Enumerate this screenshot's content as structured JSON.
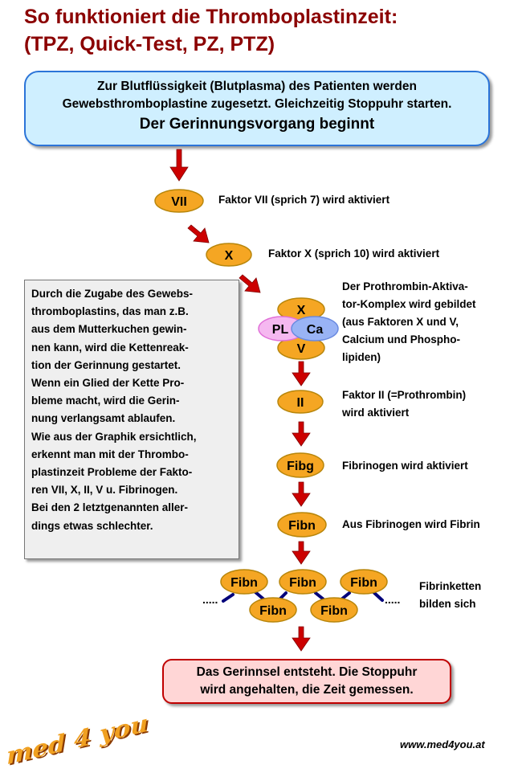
{
  "title": {
    "line1": "So funktioniert die Thromboplastinzeit:",
    "line2": "(TPZ, Quick-Test, PZ, PTZ)"
  },
  "intro": {
    "line1": "Zur Blutflüssigkeit (Blutplasma) des Patienten werden",
    "line2": "Gewebsthromboplastine zugesetzt. Gleichzeitig Stoppuhr starten.",
    "line3": "Der Gerinnungsvorgang beginnt"
  },
  "info": {
    "lines": [
      "Durch die Zugabe des Gewebs-",
      "thromboplastins, das man z.B.",
      "aus dem Mutterkuchen gewin-",
      "nen kann, wird die Kettenreak-",
      "tion der Gerinnung gestartet.",
      "Wenn ein Glied der Kette Pro-",
      "bleme macht, wird die Gerin-",
      "nung verlangsamt ablaufen.",
      "Wie aus der Graphik ersichtlich,",
      "erkennt man mit der Thrombo-",
      "plastinzeit Probleme der Fakto-",
      "ren VII, X, II, V u. Fibrinogen.",
      "Bei den 2 letztgenannten aller-",
      "dings etwas schlechter."
    ]
  },
  "steps": {
    "vii": {
      "node": "VII",
      "label": "Faktor VII (sprich 7) wird aktiviert"
    },
    "x": {
      "node": "X",
      "label": "Faktor X (sprich 10) wird aktiviert"
    },
    "complex": {
      "nodes": {
        "x": "X",
        "pl": "PL",
        "ca": "Ca",
        "v": "V"
      },
      "label_lines": [
        "Der Prothrombin-Aktiva-",
        "tor-Komplex wird gebildet",
        "(aus Faktoren X und V,",
        "Calcium und Phospho-",
        "lipiden)"
      ]
    },
    "ii": {
      "node": "II",
      "label_lines": [
        "Faktor II (=Prothrombin)",
        "wird aktiviert"
      ]
    },
    "fibg": {
      "node": "Fibg",
      "label": "Fibrinogen wird aktiviert"
    },
    "fibn": {
      "node": "Fibn",
      "label": "Aus Fibrinogen wird Fibrin"
    },
    "chain": {
      "top": [
        "Fibn",
        "Fibn",
        "Fibn"
      ],
      "bottom": [
        "Fibn",
        "Fibn"
      ],
      "dots": ".....",
      "label_lines": [
        "Fibrinketten",
        "bilden sich"
      ]
    }
  },
  "end": {
    "line1": "Das Gerinnsel entsteht. Die Stoppuhr",
    "line2": "wird angehalten, die Zeit gemessen."
  },
  "footer": {
    "url": "www.med4you.at",
    "logo": "med 4 you"
  },
  "colors": {
    "title": "#8b0000",
    "arrow": "#cc0000",
    "factor_fill": "#f5a623",
    "factor_stroke": "#b8860b",
    "pl_fill": "#f5b8f0",
    "ca_fill": "#99b3f5",
    "chain_link": "#00007a"
  }
}
